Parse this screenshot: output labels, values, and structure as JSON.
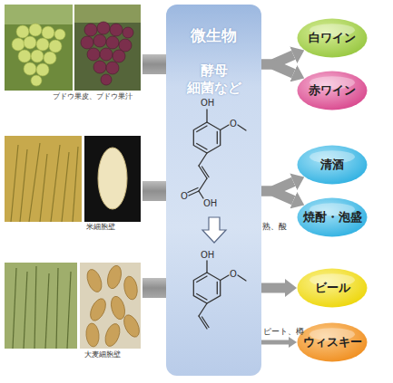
{
  "diagram": {
    "nodes": [
      {
        "text": [
          "微生物",
          "酵母 細菌など"
        ]
      },
      {
        "text": [
          "白ワイン"
        ]
      },
      {
        "text": [
          "赤ワイン"
        ]
      },
      {
        "text": [
          "清酒"
        ]
      },
      {
        "text": [
          "焼酎・泡盛"
        ]
      },
      {
        "text": [
          "ビール"
        ]
      },
      {
        "text": [
          "ウィスキー"
        ]
      }
    ],
    "edges": [
      {
        "from": 0,
        "to": 1,
        "arrow": "to"
      },
      {
        "from": 0,
        "to": 2,
        "arrow": "to"
      },
      {
        "from": 0,
        "to": 3,
        "arrow": "to"
      },
      {
        "from": 0,
        "to": 4,
        "label": "熟、酸",
        "arrow": "to"
      },
      {
        "from": 0,
        "to": 5,
        "arrow": "to"
      },
      {
        "from": 0,
        "to": 6,
        "label": "ピート、樽",
        "arrow": "to"
      }
    ],
    "labels": [
      "ブドウ果皮、ブドウ果汁",
      "OH",
      "O",
      "O",
      "OH",
      "米細胞壁",
      "OH",
      "O",
      "大麦細胞壁"
    ]
  }
}
